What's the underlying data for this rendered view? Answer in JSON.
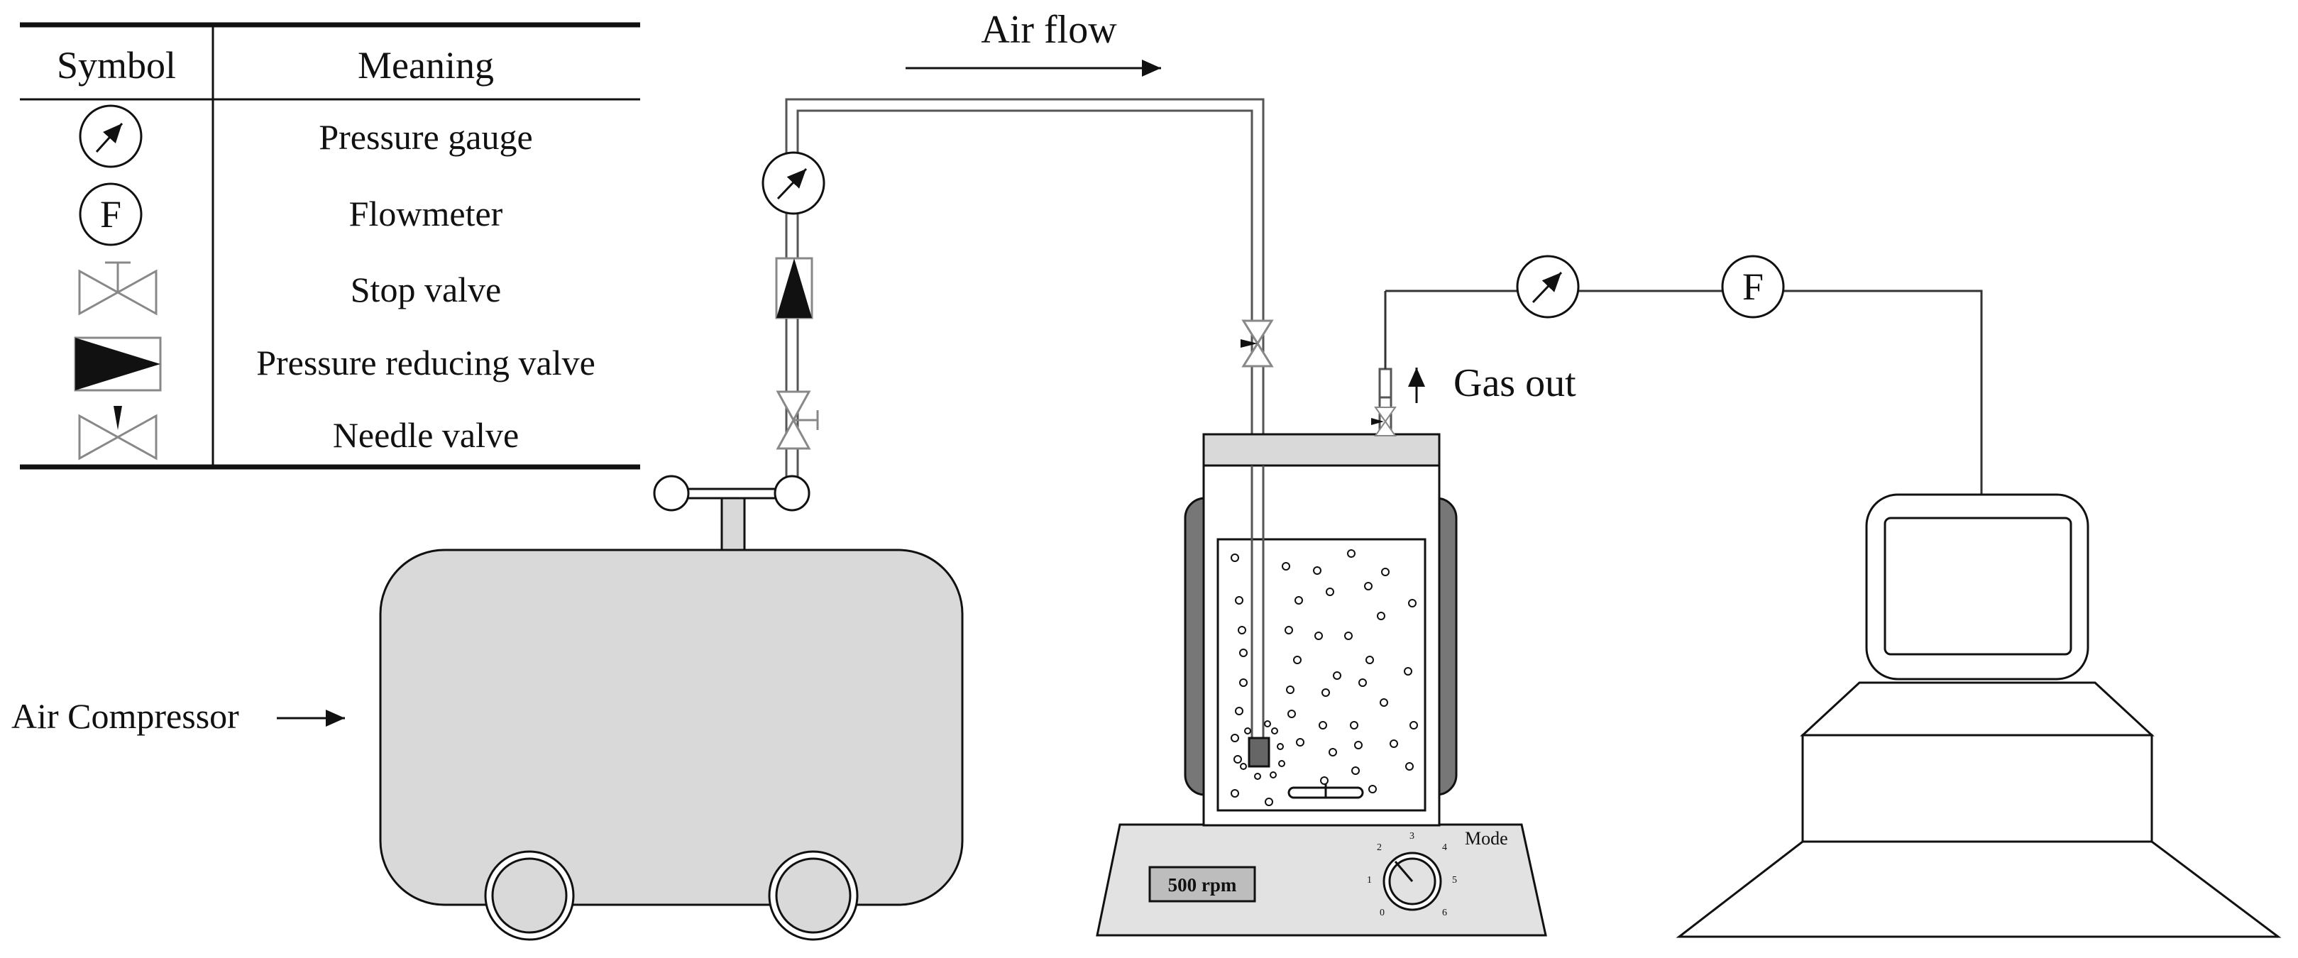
{
  "legend": {
    "headers": {
      "symbol": "Symbol",
      "meaning": "Meaning"
    },
    "rows": [
      {
        "icon": "pressure-gauge-icon",
        "meaning": "Pressure gauge"
      },
      {
        "icon": "flowmeter-icon",
        "symbol_letter": "F",
        "meaning": "Flowmeter"
      },
      {
        "icon": "stop-valve-icon",
        "meaning": "Stop valve"
      },
      {
        "icon": "pressure-reducing-valve-icon",
        "meaning": "Pressure reducing valve"
      },
      {
        "icon": "needle-valve-icon",
        "meaning": "Needle valve"
      }
    ]
  },
  "labels": {
    "air_flow": "Air flow",
    "gas_out": "Gas out",
    "air_compressor": "Air Compressor",
    "flowmeter_letter": "F"
  },
  "stirrer": {
    "display": "500 rpm",
    "mode_label": "Mode",
    "dial_ticks": [
      "0",
      "1",
      "2",
      "3",
      "4",
      "5",
      "6"
    ]
  },
  "colors": {
    "line": "#222222",
    "compressor_fill": "#d9d9d9",
    "stirrer_fill": "#e2e2e2",
    "jacket_fill": "#777777",
    "display_fill": "#bdbdbd",
    "reducing_valve": "#111111"
  }
}
